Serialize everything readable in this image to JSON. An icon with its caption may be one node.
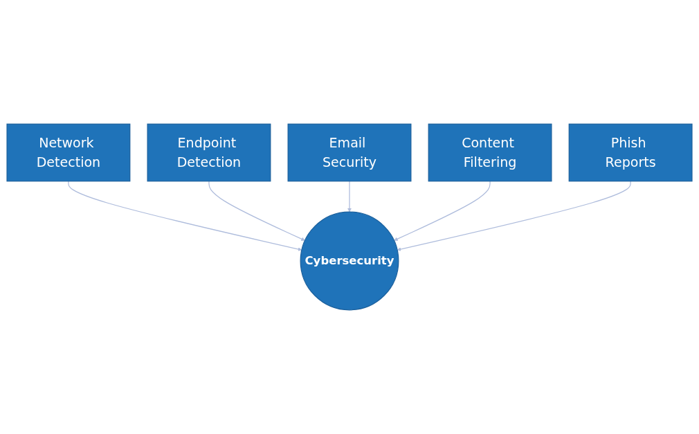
{
  "diagram": {
    "nodes": [
      {
        "text": [
          "Network Detection"
        ]
      },
      {
        "text": [
          "Endpoint Detection"
        ]
      },
      {
        "text": [
          "Email Security"
        ]
      },
      {
        "text": [
          "Content Filtering"
        ]
      },
      {
        "text": [
          "Cybersecurity"
        ]
      },
      {
        "text": [
          "Phish Reports"
        ]
      }
    ],
    "edges": [
      {
        "from": 0,
        "to": 4,
        "arrow": "to"
      },
      {
        "from": 1,
        "to": 4,
        "arrow": "to"
      },
      {
        "from": 2,
        "to": 4,
        "arrow": "to"
      },
      {
        "from": 3,
        "to": 4,
        "arrow": "to"
      },
      {
        "from": 5,
        "to": 4,
        "arrow": "to"
      }
    ]
  }
}
